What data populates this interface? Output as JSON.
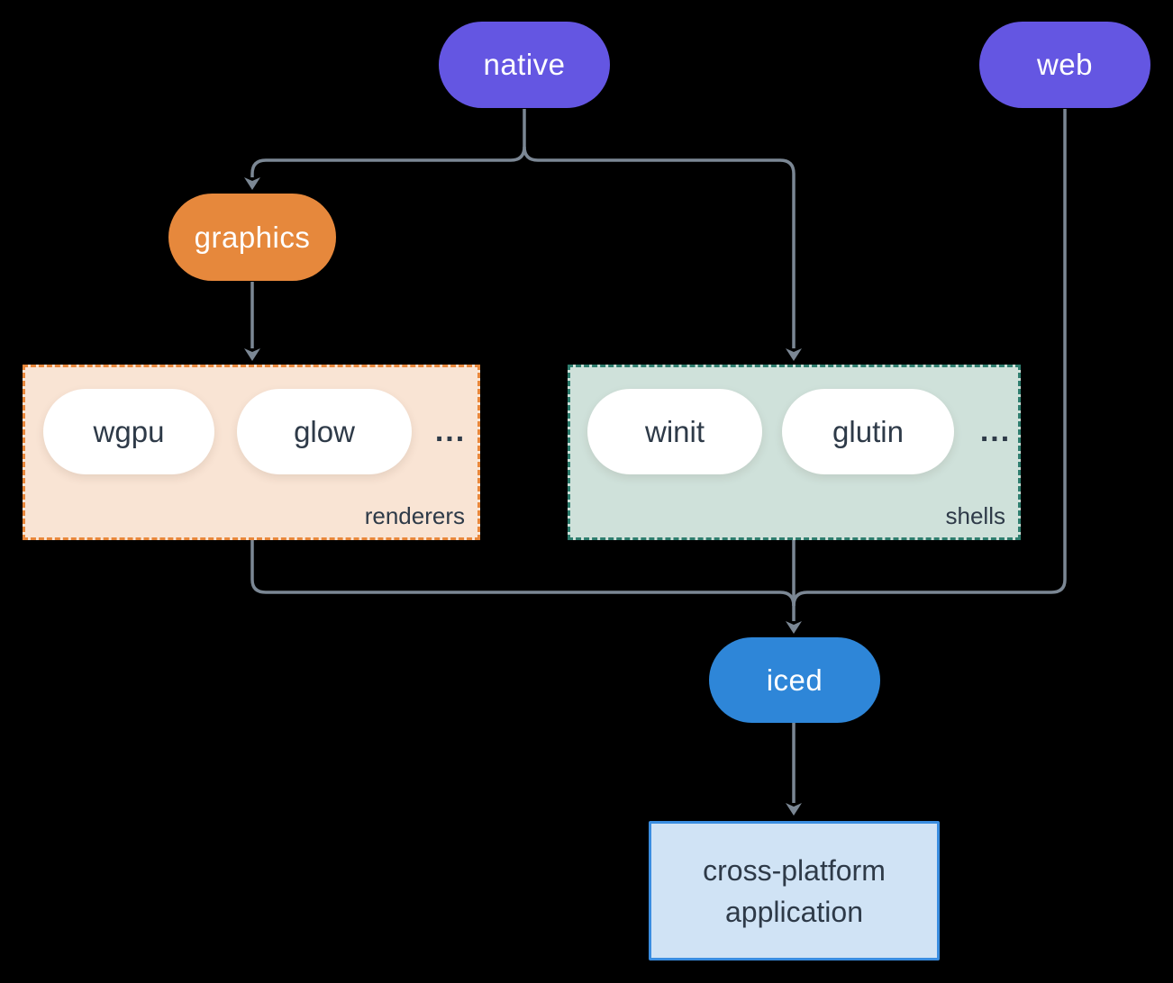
{
  "canvas": {
    "background": "#000000"
  },
  "nodes": {
    "native": {
      "label": "native",
      "color": "#6456E2",
      "text_color": "#FFFFFF"
    },
    "web": {
      "label": "web",
      "color": "#6456E2",
      "text_color": "#FFFFFF"
    },
    "graphics": {
      "label": "graphics",
      "color": "#E6883C",
      "text_color": "#FFFFFF"
    },
    "iced": {
      "label": "iced",
      "color": "#2E86D8",
      "text_color": "#FFFFFF"
    },
    "application": {
      "line1": "cross-platform",
      "line2": "application",
      "fill": "#D0E3F5",
      "border": "#3A8DE0",
      "text_color": "#2E3A48"
    }
  },
  "groups": {
    "renderers": {
      "label": "renderers",
      "fill": "#F9E4D4",
      "border": "#E8873B",
      "items": [
        {
          "label": "wgpu"
        },
        {
          "label": "glow"
        }
      ],
      "ellipsis": "..."
    },
    "shells": {
      "label": "shells",
      "fill": "#CFE1DA",
      "border": "#2E7D6E",
      "items": [
        {
          "label": "winit"
        },
        {
          "label": "glutin"
        }
      ],
      "ellipsis": "..."
    }
  },
  "edges": {
    "color": "#7B8794",
    "list": [
      {
        "from": "native",
        "to": "graphics"
      },
      {
        "from": "native",
        "to": "shells"
      },
      {
        "from": "graphics",
        "to": "renderers"
      },
      {
        "from": "renderers",
        "to": "iced"
      },
      {
        "from": "shells",
        "to": "iced"
      },
      {
        "from": "web",
        "to": "iced"
      },
      {
        "from": "iced",
        "to": "application"
      }
    ]
  }
}
